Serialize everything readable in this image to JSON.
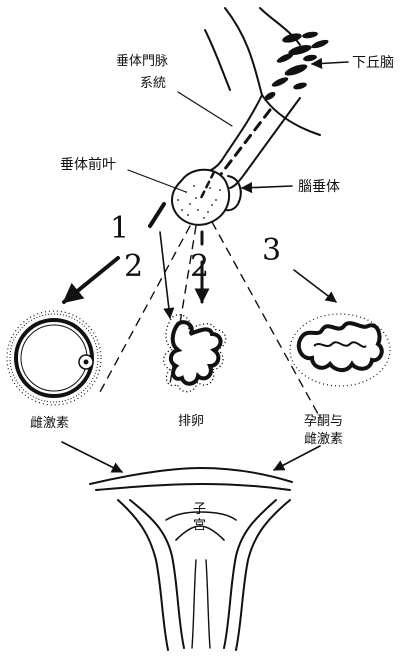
{
  "labels": {
    "hypothalamus": "下丘脑",
    "portal_line1": "垂体門脉",
    "portal_line2": "系統",
    "anterior_pituitary": "垂体前叶",
    "pituitary": "腦垂体",
    "estrogen": "雌激素",
    "ovulation": "排卵",
    "progesterone_line1": "孕酮与",
    "progesterone_line2": "雌激素",
    "uterus_line1": "子",
    "uterus_line2": "宫"
  },
  "numbers": {
    "n1": "1",
    "n2_left": "2",
    "n2_mid": "2",
    "n3": "3"
  },
  "colors": {
    "ink": "#111111",
    "paper": "#ffffff"
  }
}
